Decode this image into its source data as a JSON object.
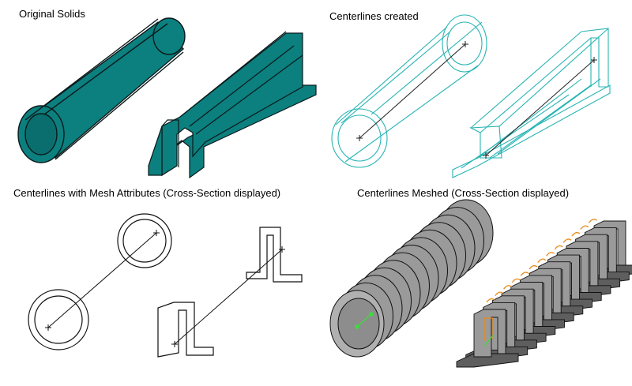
{
  "panels": {
    "original_solids": {
      "caption": "Original Solids"
    },
    "centerlines_created": {
      "caption": "Centerlines created"
    },
    "mesh_attributes": {
      "caption": "Centerlines with Mesh Attributes (Cross-Section displayed)"
    },
    "centerlines_meshed": {
      "caption": "Centerlines Meshed (Cross-Section displayed)"
    }
  },
  "colors": {
    "solid_fill": "#0c7f7f",
    "solid_edge": "#0a1a1a",
    "wire": "#28b4b4",
    "centerline": "#222222",
    "mesh_fill": "#9a9a9a",
    "mesh_dark": "#5e5e5e",
    "mesh_edge": "#111111",
    "highlight_orange": "#e88a1a",
    "highlight_green": "#3ddc3d"
  },
  "icons": [
    "pipe-solid",
    "channel-solid",
    "centerline-marker"
  ]
}
